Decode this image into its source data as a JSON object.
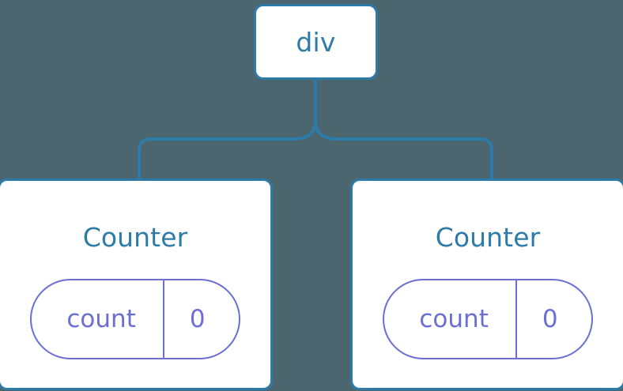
{
  "diagram": {
    "title": "React component tree with local state",
    "background_color": "#4c6670",
    "node_border_color": "#2d7ba8",
    "node_text_color": "#2d7ba8",
    "state_color": "#6b6fd4",
    "connector_color": "#2d7ba8"
  },
  "root": {
    "label": "div"
  },
  "children": [
    {
      "title": "Counter",
      "state": {
        "key": "count",
        "value": "0"
      }
    },
    {
      "title": "Counter",
      "state": {
        "key": "count",
        "value": "0"
      }
    }
  ]
}
